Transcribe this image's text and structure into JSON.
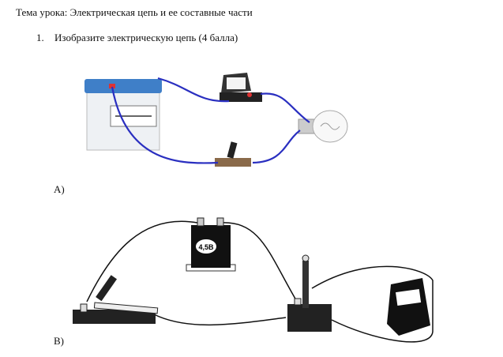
{
  "document": {
    "topic": "Тема урока: Электрическая цепь и ее составные части",
    "task_number": "1.",
    "task_text": "Изобразите электрическую цепь (4 балла)",
    "label_a": "А)",
    "label_b": "В)",
    "battery_label_b": "4,5В"
  },
  "colors": {
    "wire_blue": "#2a2fc0",
    "wire_black": "#111111",
    "battery_blue": "#3f7fc8"
  }
}
